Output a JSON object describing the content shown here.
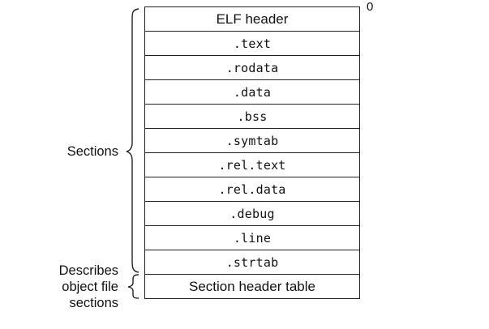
{
  "offset_label": "0",
  "rows": [
    {
      "label": "ELF header",
      "style": "sans",
      "name": "elf-header-row"
    },
    {
      "label": ".text",
      "style": "mono",
      "name": "text-section-row"
    },
    {
      "label": ".rodata",
      "style": "mono",
      "name": "rodata-section-row"
    },
    {
      "label": ".data",
      "style": "mono",
      "name": "data-section-row"
    },
    {
      "label": ".bss",
      "style": "mono",
      "name": "bss-section-row"
    },
    {
      "label": ".symtab",
      "style": "mono",
      "name": "symtab-section-row"
    },
    {
      "label": ".rel.text",
      "style": "mono",
      "name": "rel-text-section-row"
    },
    {
      "label": ".rel.data",
      "style": "mono",
      "name": "rel-data-section-row"
    },
    {
      "label": ".debug",
      "style": "mono",
      "name": "debug-section-row"
    },
    {
      "label": ".line",
      "style": "mono",
      "name": "line-section-row"
    },
    {
      "label": ".strtab",
      "style": "mono",
      "name": "strtab-section-row"
    },
    {
      "label": "Section header table",
      "style": "sans",
      "name": "section-header-table-row"
    }
  ],
  "labels": {
    "sections": "Sections",
    "describes": "Describes\nobject file\nsections"
  }
}
